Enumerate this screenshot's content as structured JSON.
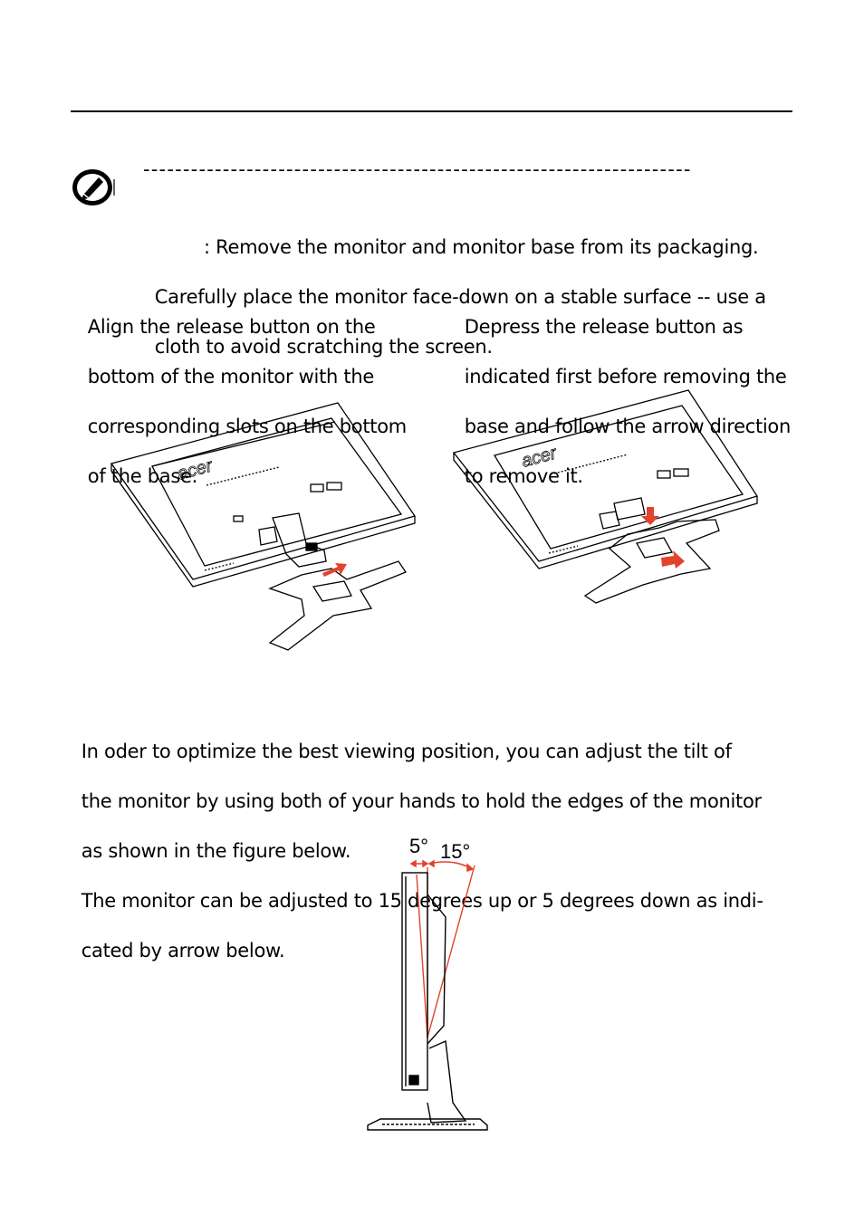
{
  "note": {
    "dashes": "---------------------------------------------------------------------",
    "line1": ": Remove the monitor and monitor base from its packaging.",
    "line2": "Carefully place the monitor face-down on a stable surface -- use a",
    "line3": "cloth to avoid scratching the screen."
  },
  "left_column": {
    "line1": "Align the release button on the",
    "line2": "bottom of the monitor with the",
    "line3": "corresponding slots on the bottom",
    "line4": "of the base."
  },
  "right_column": {
    "line1": "Depress the release button as",
    "line2": "indicated first before removing the",
    "line3": "base and follow the arrow direction",
    "line4": "to remove it."
  },
  "figure_logo": "acer",
  "tilt": {
    "line1": "In oder to optimize the best viewing position, you can adjust the tilt of",
    "line2": "the monitor by using both of your hands to hold the edges of the monitor",
    "line3": "as shown in the figure below.",
    "line4": "The monitor can be adjusted to 15 degrees up or 5 degrees down as indi-",
    "line5": "cated by arrow below."
  },
  "tilt_figure": {
    "down_label": "5°",
    "up_label": "15°"
  },
  "colors": {
    "text": "#000000",
    "arrow": "#e0442e",
    "rule": "#000000"
  }
}
